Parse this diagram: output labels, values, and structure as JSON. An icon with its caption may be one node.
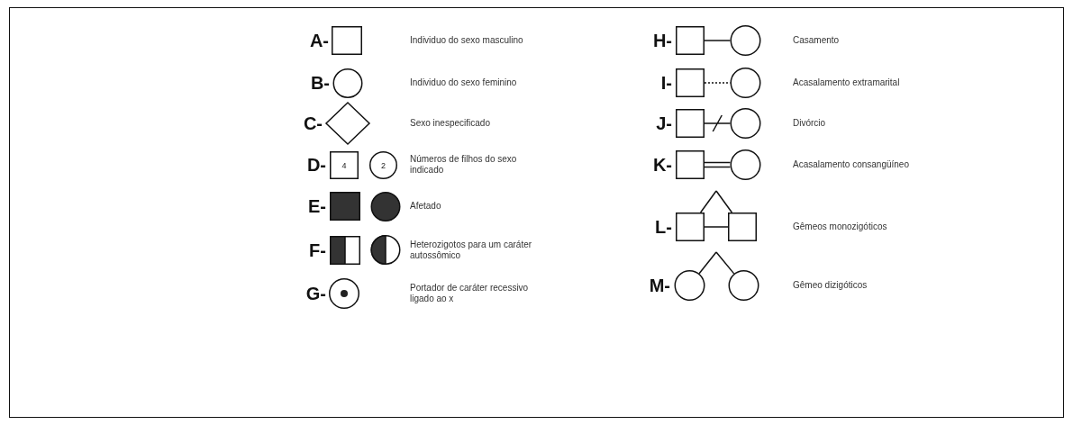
{
  "diagram": {
    "nodes": [
      {
        "text": [],
        "shape": "box"
      },
      {
        "text": [],
        "shape": "circle"
      },
      {
        "text": [],
        "shape": "diamond"
      },
      {
        "text": [
          "4"
        ]
      },
      {
        "text": [
          "2"
        ]
      },
      {
        "text": [],
        "shape": "box"
      },
      {
        "text": [],
        "shape": "circle"
      },
      {
        "text": [],
        "shape": "box"
      },
      {
        "text": [],
        "shape": "circle"
      },
      {
        "text": [],
        "shape": "circle"
      },
      {
        "text": [],
        "shape": "box"
      },
      {
        "text": [],
        "shape": "circle"
      },
      {
        "text": [],
        "shape": "box"
      },
      {
        "text": [],
        "shape": "circle"
      },
      {
        "text": [],
        "shape": "box"
      },
      {
        "text": [],
        "shape": "circle"
      },
      {
        "text": [],
        "shape": "box"
      },
      {
        "text": [],
        "shape": "circle"
      },
      {
        "text": [],
        "shape": "box"
      },
      {
        "text": [],
        "shape": "box"
      },
      {
        "text": [],
        "shape": "circle"
      },
      {
        "text": [],
        "shape": "circle"
      }
    ],
    "edges": [
      {
        "from": 10,
        "to": 11,
        "arrow": "none"
      },
      {
        "from": 12,
        "to": 13,
        "arrow": "none",
        "style": "dashed"
      },
      {
        "from": 14,
        "to": 15,
        "arrow": "none"
      },
      {
        "from": 16,
        "to": 17,
        "arrow": "none"
      },
      {
        "from": 18,
        "to": 19,
        "arrow": "none"
      },
      {
        "from": null,
        "to": 18,
        "arrow": "none"
      },
      {
        "from": null,
        "to": 19,
        "arrow": "none"
      },
      {
        "from": null,
        "to": 20,
        "arrow": "none"
      },
      {
        "from": null,
        "to": 21,
        "arrow": "none"
      }
    ],
    "labels": [
      "A-",
      "Individuo do sexo masculino",
      "B-",
      "Individuo do sexo feminino",
      "C-",
      "Sexo inespecificado",
      "D-",
      "Números de filhos do sexo indicado",
      "E-",
      "Afetado",
      "F-",
      "Heterozigotos para um caráter autossômico",
      "G-",
      "Portador de caráter recessivo ligado ao x",
      "H-",
      "Casamento",
      "I-",
      "Acasalamento extramarital",
      "J-",
      "Divórcio",
      "K-",
      "Acasalamento consangüíneo",
      "L-",
      "Gêmeos monozigóticos",
      "M-",
      "Gêmeo dizigóticos"
    ]
  }
}
